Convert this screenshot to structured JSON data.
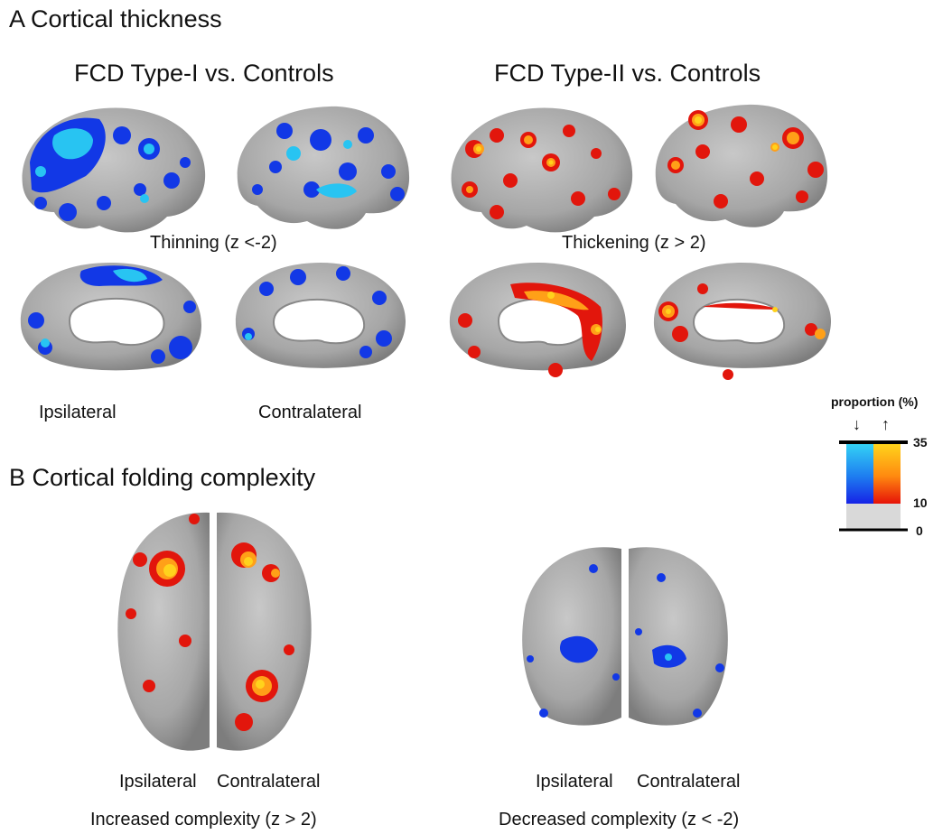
{
  "panel_a": {
    "title": "A Cortical thickness",
    "group_left": "FCD Type-I vs. Controls",
    "group_right": "FCD Type-II vs. Controls",
    "caption_left": "Thinning (z <-2)",
    "caption_right": "Thickening (z > 2)",
    "hemi_ipsi": "Ipsilateral",
    "hemi_contra": "Contralateral"
  },
  "panel_b": {
    "title": "B Cortical folding complexity",
    "left_ipsi": "Ipsilateral",
    "left_contra": "Contralateral",
    "right_ipsi": "Ipsilateral",
    "right_contra": "Contralateral",
    "caption_left": "Increased complexity (z > 2)",
    "caption_right": "Decreased complexity (z < -2)"
  },
  "scale": {
    "title": "proportion (%)",
    "down_arrow": "↓",
    "up_arrow": "↑",
    "tick_max": "35",
    "tick_mid": "10",
    "tick_min": "0"
  },
  "colors": {
    "brain": "#a9a9a9",
    "thin_dark": "#1238e6",
    "thin_light": "#28c4f2",
    "thick_dark": "#e2160c",
    "thick_light": "#ffd21c",
    "neutral": "#d9d9d9"
  }
}
